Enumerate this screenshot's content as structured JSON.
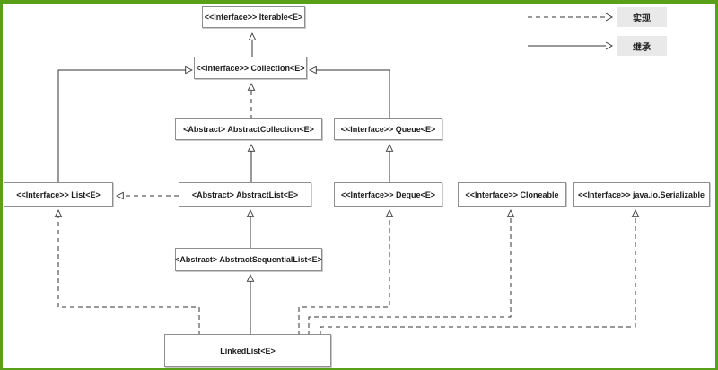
{
  "diagram": {
    "nodes": {
      "iterable": {
        "label": "<<Interface>> Iterable<E>"
      },
      "collection": {
        "label": "<<Interface>> Collection<E>"
      },
      "abstract_collection": {
        "label": "<Abstract> AbstractCollection<E>"
      },
      "queue": {
        "label": "<<Interface>> Queue<E>"
      },
      "list": {
        "label": "<<Interface>> List<E>"
      },
      "abstract_list": {
        "label": "<Abstract> AbstractList<E>"
      },
      "deque": {
        "label": "<<Interface>> Deque<E>"
      },
      "cloneable": {
        "label": "<<Interface>> Cloneable"
      },
      "serializable": {
        "label": "<<Interface>> java.io.Serializable"
      },
      "abstract_sequential_list": {
        "label": "<Abstract> AbstractSequentialList<E>"
      },
      "linked_list": {
        "label": "LinkedList<E>"
      }
    },
    "legend": {
      "dashed": {
        "label": "实现",
        "meaning": "implements"
      },
      "solid": {
        "label": "继承",
        "meaning": "extends"
      }
    },
    "colors": {
      "frame_green": "#58a018",
      "box_border": "#8f8f8f",
      "line": "#333333",
      "legend_label_bg": "#e9e9e9"
    }
  }
}
